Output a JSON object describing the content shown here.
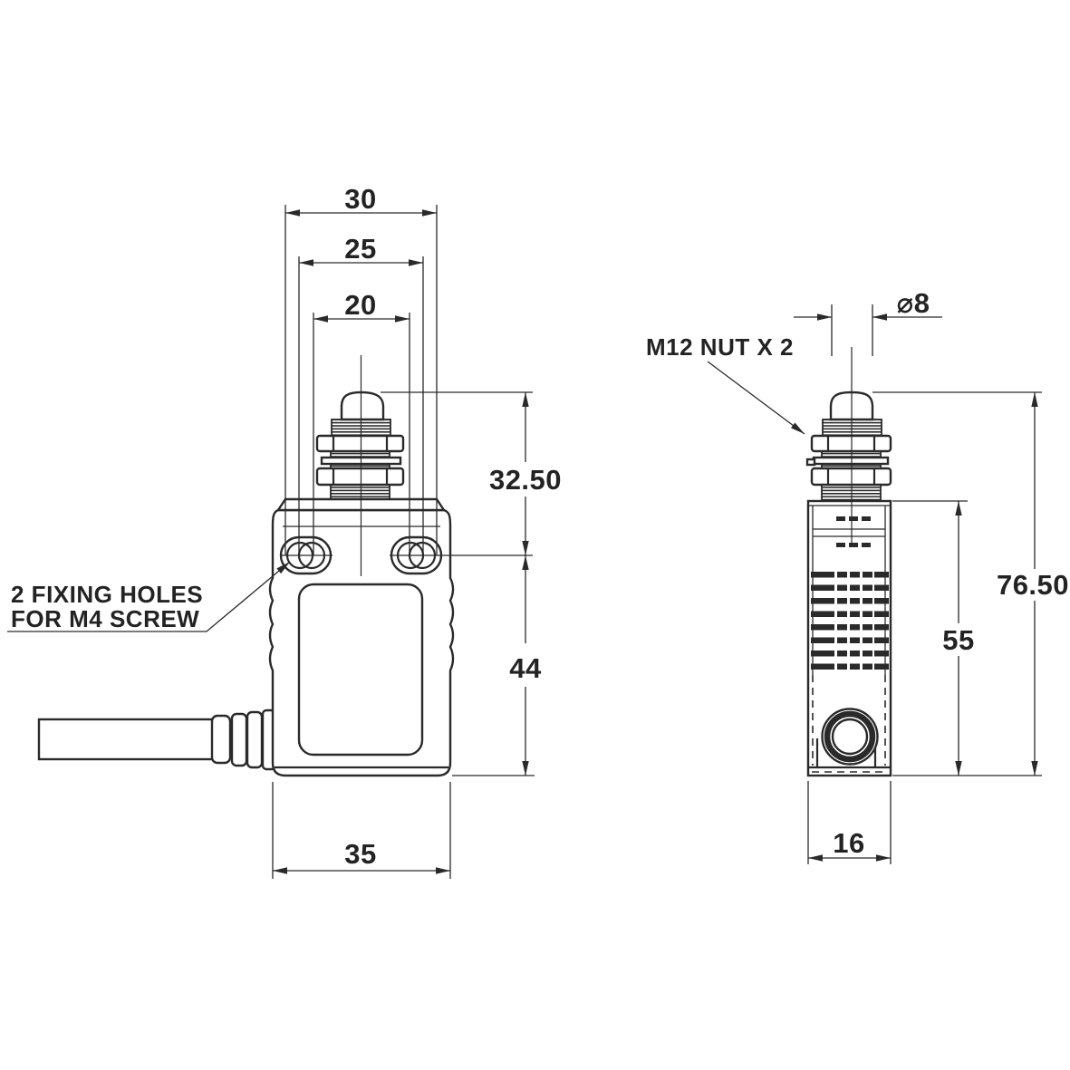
{
  "drawing": {
    "background_color": "#ffffff",
    "line_color": "#2a2a2a",
    "views": {
      "front": {
        "dimensions": {
          "width_outer": "30",
          "width_mid": "25",
          "width_inner": "20",
          "plunger_height": "32.50",
          "body_height": "44",
          "body_width": "35"
        },
        "callout": {
          "line1": "2 FIXING HOLES",
          "line2": "FOR M4 SCREW"
        }
      },
      "side": {
        "dimensions": {
          "plunger_diameter": "⌀8",
          "overall_height": "76.50",
          "body_height": "55",
          "body_depth": "16"
        },
        "callout": {
          "label": "M12 NUT X 2"
        }
      }
    }
  }
}
